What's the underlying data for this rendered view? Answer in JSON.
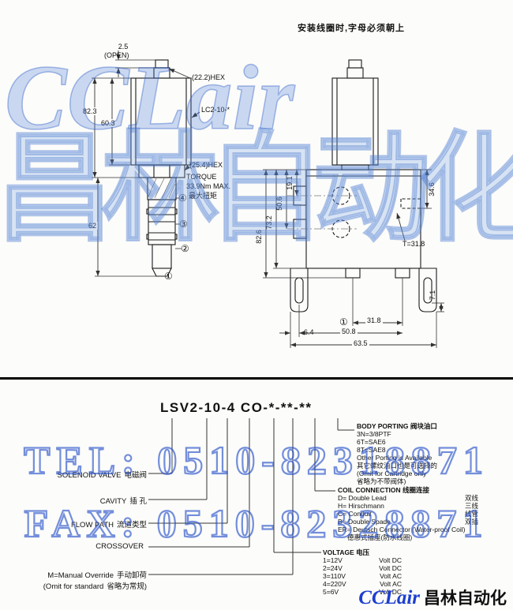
{
  "page": {
    "top_note": "安装线圈时,字母必须朝上"
  },
  "left_drawing": {
    "dim_2_5": "2.5",
    "open": "(OPEN)",
    "hex_top": "(22.2)HEX",
    "model": "LC2-10-*",
    "dim_82_3": "82.3",
    "dim_60_3": "60.3",
    "hex_bottom": "(25.4)HEX",
    "torque_line1": "TORQUE",
    "torque_line2": "33.9Nm MAX.",
    "torque_line3": "最大扭矩",
    "dim_62": "62",
    "port4": "④",
    "port3": "③",
    "port2": "②",
    "port1": "①"
  },
  "right_drawing": {
    "dim_19_1": "19.1",
    "dim_50_6": "50.6",
    "dim_73_2": "73.2",
    "dim_82_6": "82.6",
    "dim_34_6": "34.6",
    "thread": "T=31.8",
    "dim_7_1": "7.1",
    "port1": "①",
    "dim_31_8": "31.8",
    "dim_6_4": "6.4",
    "dim_50_8": "50.8",
    "dim_63_5": "63.5"
  },
  "order_code": {
    "title": "LSV2-10-4 CO-*-**-**",
    "left_labels": [
      {
        "en": "SOLENOID VALVE",
        "cn": "电磁阀"
      },
      {
        "en": "CAVITY",
        "cn": "插 孔"
      },
      {
        "en": "FLOW PATH",
        "cn": "流道类型"
      },
      {
        "en": "CROSSOVER",
        "cn": ""
      },
      {
        "en": "M=Manual Override",
        "cn": "手动卸荷"
      },
      {
        "en": "(Omit for standard",
        "cn": "省略为常规)"
      }
    ],
    "body_porting": {
      "title": "BODY PORTING 阀块油口",
      "lines": [
        "3N=3/8PTF",
        "6T=SAE6",
        "8T=SAE8",
        "Other Porting is Available",
        "其它螺纹油口也是可选择的",
        "(Omit for Cartridge only",
        "省略为不带阀体)"
      ]
    },
    "coil_connection": {
      "title": "COIL CONNECTION 线圈连接",
      "lines": [
        {
          "en": "D= Double Lead",
          "cn": "双线"
        },
        {
          "en": "H= Hirschmann",
          "cn": "三线"
        },
        {
          "en": "C= Conduit",
          "cn": "线管"
        },
        {
          "en": "B= Double Spade",
          "cn": "双插"
        },
        {
          "en": "ER= Deutsch Connector (Water-proof Coil)",
          "cn": ""
        },
        {
          "en": "德惠式插座(防水线圈)",
          "cn": ""
        }
      ]
    },
    "voltage": {
      "title": "VOLTAGE  电压",
      "lines": [
        {
          "code": "1=12V",
          "unit": "Volt DC"
        },
        {
          "code": "2=24V",
          "unit": "Volt DC"
        },
        {
          "code": "3=110V",
          "unit": "Volt AC"
        },
        {
          "code": "4=220V",
          "unit": "Volt AC"
        },
        {
          "code": "5=6V",
          "unit": "Volt DC"
        }
      ]
    }
  },
  "watermark": {
    "brand": "CCLair",
    "brand_cn": "昌林自动化",
    "tel": "TEL: 0510-82318871",
    "fax": "FAX: 0510-82328871",
    "footer_brand": "CCLair",
    "footer_cn": "昌林自动化"
  },
  "colors": {
    "accent_blue": "#1c3fd0",
    "line": "#1c1c1c"
  }
}
